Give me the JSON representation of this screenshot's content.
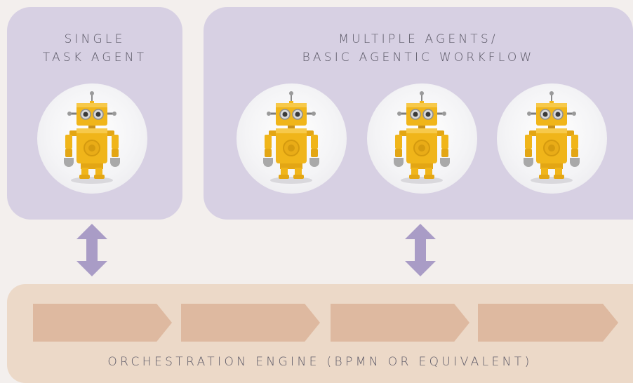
{
  "single_panel": {
    "title_line1": "SINGLE",
    "title_line2": "TASK AGENT"
  },
  "multi_panel": {
    "title_line1": "MULTIPLE AGENTS/",
    "title_line2": "BASIC AGENTIC WORKFLOW",
    "agent_count": 3
  },
  "engine": {
    "label": "ORCHESTRATION ENGINE (BPMN OR EQUIVALENT)",
    "step_count": 4
  },
  "colors": {
    "panel": "#d7d0e3",
    "arrow": "#a99cc6",
    "engine_band": "#ecd9c8",
    "engine_step": "#deb9a0",
    "robot_yellow": "#f0b51a",
    "text": "#5b5866"
  },
  "icons": {
    "agent": "robot-icon",
    "connector": "double-arrow-icon",
    "step": "chevron-step-icon"
  }
}
